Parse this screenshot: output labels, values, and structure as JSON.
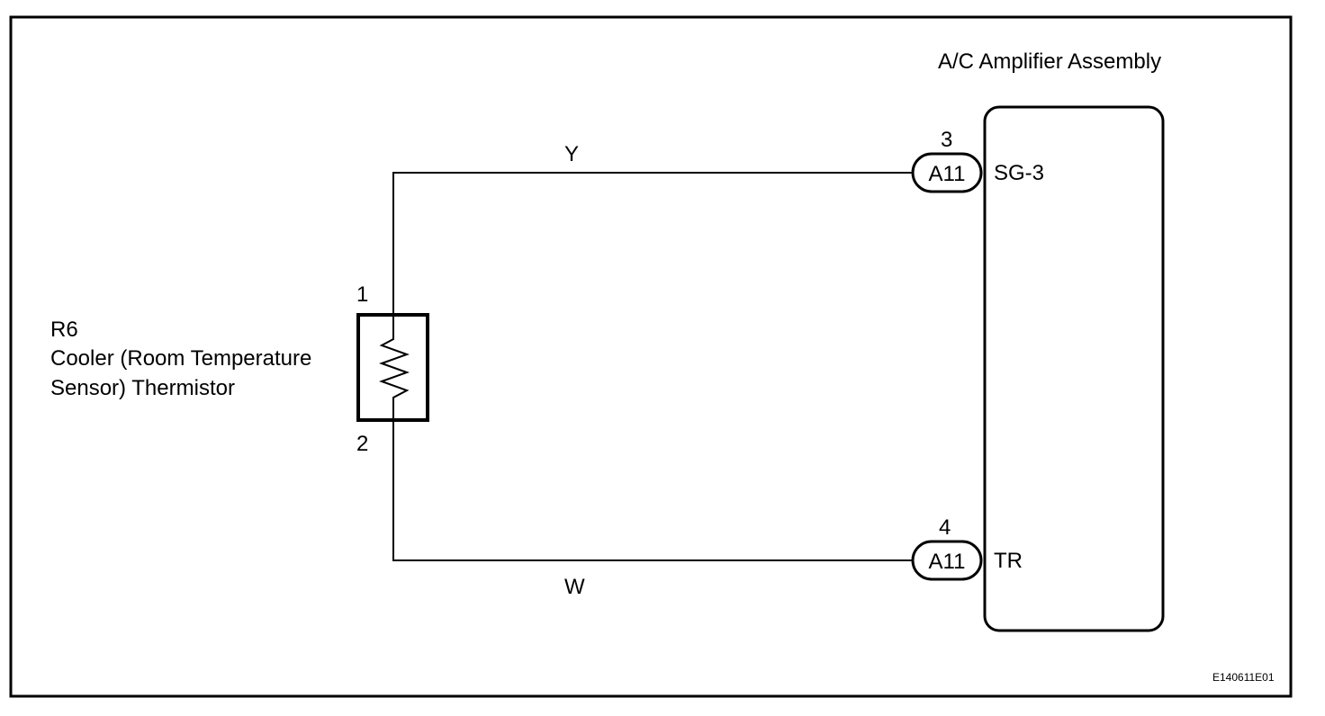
{
  "amplifier": {
    "title": "A/C Amplifier Assembly",
    "terminals": [
      {
        "pin": "3",
        "connector": "A11",
        "signal": "SG-3"
      },
      {
        "pin": "4",
        "connector": "A11",
        "signal": "TR"
      }
    ]
  },
  "sensor": {
    "code": "R6",
    "name_line1": "Cooler (Room Temperature",
    "name_line2": "Sensor) Thermistor",
    "pin_top": "1",
    "pin_bottom": "2"
  },
  "wires": {
    "top_color": "Y",
    "bottom_color": "W"
  },
  "figure_id": "E140611E01"
}
